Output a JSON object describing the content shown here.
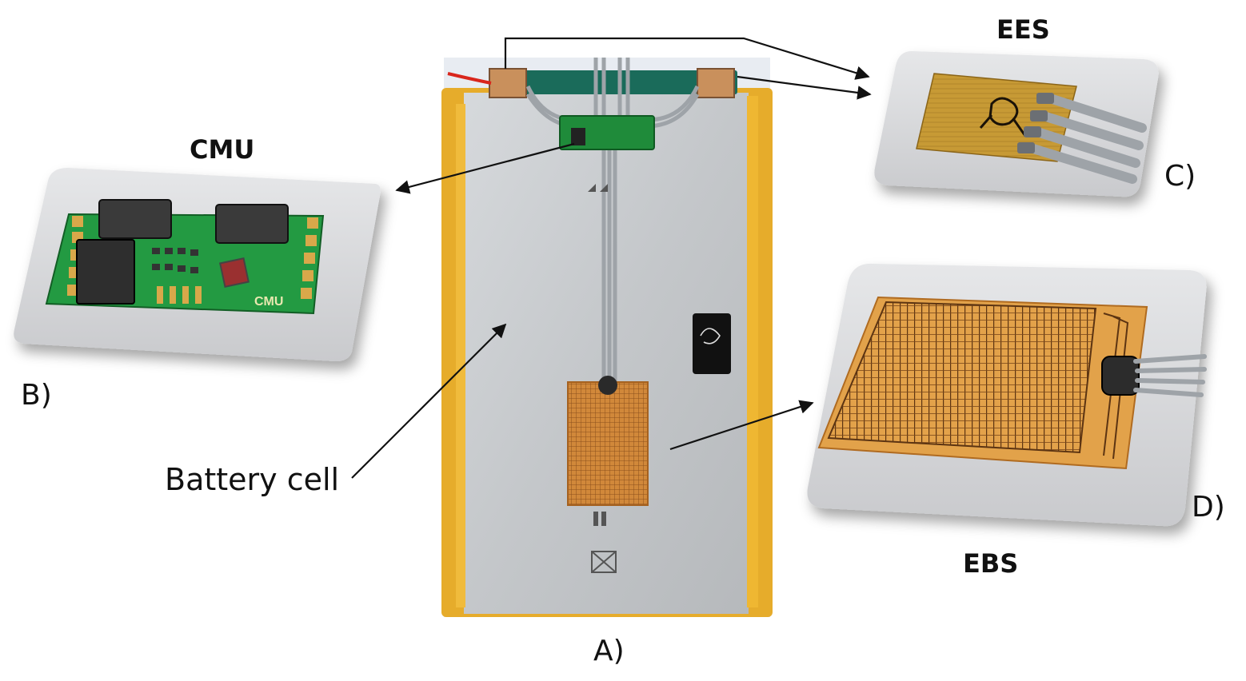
{
  "titles": {
    "ees": "EES",
    "cmu": "CMU",
    "ebs": "EBS"
  },
  "panel_labels": {
    "a": "A)",
    "b": "B)",
    "c": "C)",
    "d": "D)"
  },
  "captions": {
    "battery_cell": "Battery cell"
  },
  "pcb_silkscreen": "CMU",
  "colors": {
    "pouch": "#c6c9cc",
    "foil_edge": "#e7ad2a",
    "copper": "#d68a3a",
    "pcb_green": "#1f8b3a",
    "tray": "#dadbdd"
  }
}
